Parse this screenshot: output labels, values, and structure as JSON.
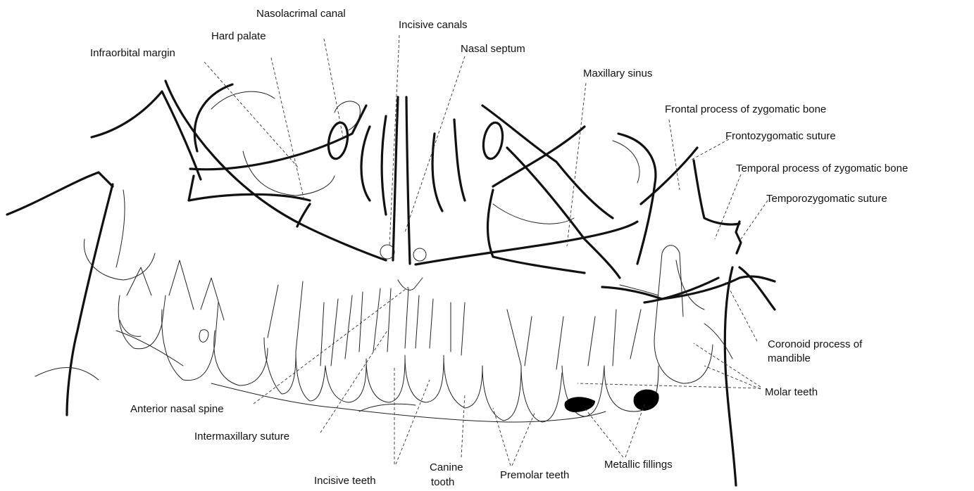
{
  "labels": {
    "nasolacrimal_canal": "Nasolacrimal canal",
    "hard_palate": "Hard palate",
    "infraorbital_margin": "Infraorbital margin",
    "incisive_canals": "Incisive canals",
    "nasal_septum": "Nasal septum",
    "maxillary_sinus": "Maxillary sinus",
    "frontal_process": "Frontal process of zygomatic bone",
    "frontozygomatic_suture": "Frontozygomatic suture",
    "temporal_process": "Temporal process of  zygomatic bone",
    "temporozygomatic_suture": "Temporozygomatic suture",
    "coronoid_line1": "Coronoid process of",
    "coronoid_line2": "mandible",
    "molar_teeth": "Molar teeth",
    "anterior_nasal_spine": "Anterior nasal spine",
    "intermaxillary_suture": "Intermaxillary suture",
    "incisive_teeth": "Incisive teeth",
    "canine_line1": "Canine",
    "canine_line2": "tooth",
    "premolar_teeth": "Premolar teeth",
    "metallic_fillings": "Metallic fillings"
  },
  "colors": {
    "ink": "#111111",
    "filling": "#000000",
    "background": "#ffffff"
  }
}
